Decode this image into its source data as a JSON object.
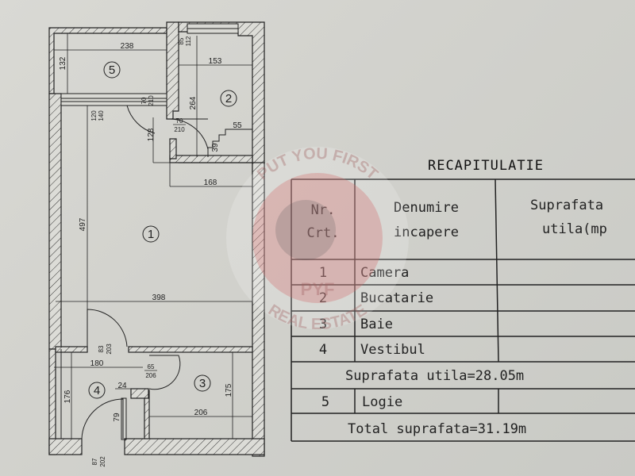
{
  "plan": {
    "rooms": [
      {
        "number": "1"
      },
      {
        "number": "2"
      },
      {
        "number": "3"
      },
      {
        "number": "4"
      },
      {
        "number": "5"
      }
    ],
    "dims": {
      "d238": "238",
      "d132": "132",
      "d85": "85",
      "d112": "112",
      "d153": "153",
      "d264": "264",
      "d70a": "70",
      "d210a": "210",
      "d120": "120",
      "d140": "140",
      "d70b": "70",
      "d210b": "210",
      "d128": "128",
      "d55": "55",
      "d39": "39",
      "d168": "168",
      "d497": "497",
      "d398": "398",
      "d83": "83",
      "d203": "203",
      "d180": "180",
      "d65": "65",
      "d206a": "206",
      "d24": "24",
      "d176": "176",
      "d175": "175",
      "d206b": "206",
      "d79": "79",
      "d87": "87",
      "d202": "202"
    }
  },
  "table": {
    "title": "RECAPITULATIE",
    "headers": [
      "Nr.",
      "Crt.",
      "Denumire",
      "incapere",
      "Suprafata",
      "utila(mp"
    ],
    "rows": [
      {
        "nr": "1",
        "name": "Camera"
      },
      {
        "nr": "2",
        "name": "Bucatarie"
      },
      {
        "nr": "3",
        "name": "Baie"
      },
      {
        "nr": "4",
        "name": "Vestibul"
      }
    ],
    "subtotal": "Suprafata utila=28.05m",
    "row5": {
      "nr": "5",
      "name": "Logie"
    },
    "total": "Total suprafata=31.19m"
  },
  "watermark": {
    "top": "PUT YOU FIRST",
    "bottom": "REAL ESTATE",
    "logo": "PYF"
  }
}
